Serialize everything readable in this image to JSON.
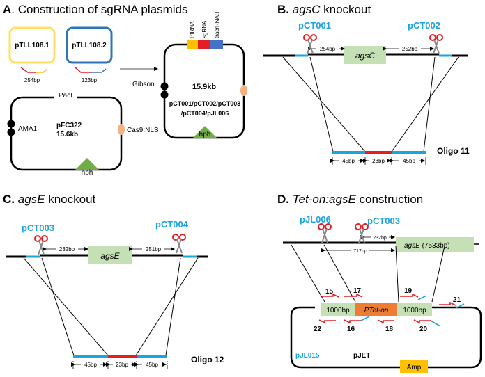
{
  "colors": {
    "cyan": "#1ca3e0",
    "red": "#e31e24",
    "green_box": "#c5e0b4",
    "orange_box": "#ed7d31",
    "yellow": "#ffc000",
    "blue": "#4472c4",
    "salmon": "#f4b183",
    "hph_green": "#70ad47",
    "yellow_outline": "#ffe066",
    "blue_outline": "#2e75b6"
  },
  "panelA": {
    "letter": "A",
    "title": ". Construction of sgRNA plasmids",
    "plasmid1": "pTLL108.1",
    "plasmid2": "pTLL108.2",
    "bp1": "254bp",
    "bp2": "123bp",
    "gibson": "Gibson",
    "pacl": "PacI",
    "ama1": "AMA1",
    "pfc_name": "pFC322",
    "pfc_size": "15.6kb",
    "cas9": "Cas9:NLS",
    "hph": "hph",
    "ptrna": "PtRNA",
    "sgrna": "sgRNA",
    "tracr": "tracrRNA:T",
    "size2": "15.9kb",
    "plasmid_list1": "pCT001/pCT002/pCT003",
    "plasmid_list2": "/pCT004/pJL006",
    "hph2": "hph"
  },
  "panelB": {
    "letter": "B.",
    "gene": "agsC",
    "suffix": " knockout",
    "p1": "pCT001",
    "p2": "pCT002",
    "left_bp": "254bp",
    "right_bp": "252bp",
    "o1": "45bp",
    "o2": "23bp",
    "o3": "45bp",
    "oligo": "Oligo 11"
  },
  "panelC": {
    "letter": "C.",
    "gene": "agsE",
    "suffix": " knockout",
    "p1": "pCT003",
    "p2": "pCT004",
    "left_bp": "232bp",
    "right_bp": "251bp",
    "o1": "45bp",
    "o2": "23bp",
    "o3": "45bp",
    "oligo": "Oligo 12"
  },
  "panelD": {
    "letter": "D.",
    "title_italic": "Tet-on:agsE",
    "title_rest": " construction",
    "p1": "pJL006",
    "p2": "pCT003",
    "bp232": "232bp",
    "bp712": "712bp",
    "gene": "agsE",
    "gene_size": " (7533bp)",
    "box1": "1000bp",
    "promoter": "PTet-on",
    "box2": "1000bp",
    "primers": [
      "15",
      "17",
      "19",
      "21",
      "22",
      "16",
      "18",
      "20"
    ],
    "plasmid": "pJL015",
    "vector": "pJET",
    "amp": "Amp"
  }
}
